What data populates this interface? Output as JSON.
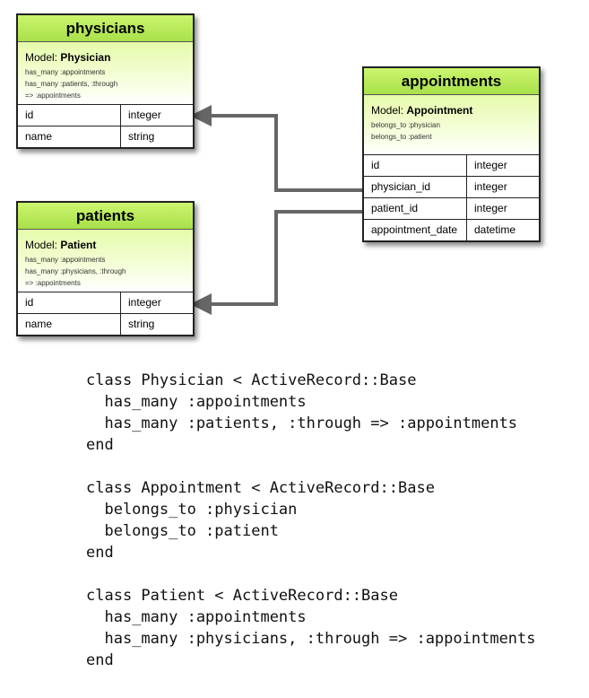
{
  "tables": {
    "physicians": {
      "title": "physicians",
      "model_label": "Model:",
      "model_name": "Physician",
      "relations": [
        "has_many :appointments",
        "has_many :patients, :through",
        "=> :appointments"
      ],
      "columns": [
        {
          "name": "id",
          "type": "integer"
        },
        {
          "name": "name",
          "type": "string"
        }
      ]
    },
    "patients": {
      "title": "patients",
      "model_label": "Model:",
      "model_name": "Patient",
      "relations": [
        "has_many :appointments",
        "has_many :physicians, :through",
        "=> :appointments"
      ],
      "columns": [
        {
          "name": "id",
          "type": "integer"
        },
        {
          "name": "name",
          "type": "string"
        }
      ]
    },
    "appointments": {
      "title": "appointments",
      "model_label": "Model:",
      "model_name": "Appointment",
      "relations": [
        "belongs_to :physician",
        "belongs_to :patient"
      ],
      "columns": [
        {
          "name": "id",
          "type": "integer"
        },
        {
          "name": "physician_id",
          "type": "integer"
        },
        {
          "name": "patient_id",
          "type": "integer"
        },
        {
          "name": "appointment_date",
          "type": "datetime"
        }
      ]
    }
  },
  "connector_color": "#666666",
  "title_gradient": [
    "#ccf56e",
    "#a8e04a"
  ],
  "code": {
    "physician": [
      "class Physician < ActiveRecord::Base",
      "  has_many :appointments",
      "  has_many :patients, :through => :appointments",
      "end"
    ],
    "appointment": [
      "class Appointment < ActiveRecord::Base",
      "  belongs_to :physician",
      "  belongs_to :patient",
      "end"
    ],
    "patient": [
      "class Patient < ActiveRecord::Base",
      "  has_many :appointments",
      "  has_many :physicians, :through => :appointments",
      "end"
    ]
  }
}
